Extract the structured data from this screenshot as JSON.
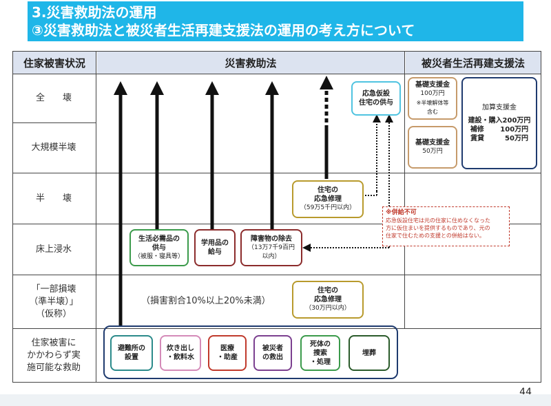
{
  "title": {
    "line1": "3.災害救助法の運用",
    "line2": "③災害救助法と被災者生活再建支援法の運用の考え方について"
  },
  "headers": {
    "col1": "住家被害状況",
    "col2": "災害救助法",
    "col3": "被災者生活再建支援法"
  },
  "rows": {
    "zenkai": "全　　壊",
    "daikibo": "大規模半壊",
    "hankai": "半　　壊",
    "shinsui": "床上浸水",
    "ichibu": [
      "「一部損壊",
      "（準半壊）」",
      "（仮称）"
    ],
    "kakawarazu": [
      "住家被害に",
      "かかわらず実",
      "施可能な救助"
    ]
  },
  "boxes": {
    "kasetsu": [
      "応急仮設",
      "住宅の供与"
    ],
    "shuri1": [
      "住宅の",
      "応急修理"
    ],
    "shuri1_sub": "（59万5千円以内）",
    "seikatsu": [
      "生活必需品の",
      "供与"
    ],
    "seikatsu_sub": "（被服・寝具等）",
    "gakuyo": [
      "学用品の",
      "給与"
    ],
    "shogai": "障害物の除去",
    "shogai_sub": [
      "（13万7千9百円",
      "以内）"
    ],
    "shuri2": [
      "住宅の",
      "応急修理"
    ],
    "shuri2_sub": "（30万円以内）",
    "hinan": [
      "避難所の",
      "設置"
    ],
    "takidashi": [
      "炊き出し",
      "・飲料水"
    ],
    "iryo": [
      "医療",
      "・助産"
    ],
    "kyushutsu": [
      "被災者",
      "の救出"
    ],
    "shitai": [
      "死体の",
      "捜索",
      "・処理"
    ],
    "maiso": "埋葬"
  },
  "ratio_text": "（損害割合10%以上20%未満）",
  "note": {
    "title": "※併給不可",
    "body": [
      "応急仮設住宅は元の住家に住めなくなった",
      "方に仮住まいを提供するものであり、元の",
      "住家で住むための支援との併給はない。"
    ]
  },
  "shien": {
    "kiso1": "基礎支援金",
    "kiso1_amount": "100万円",
    "kiso1_note": [
      "※半壊解体等",
      "含む"
    ],
    "kiso2": "基礎支援金",
    "kiso2_amount": "50万円",
    "kasan": "加算支援金",
    "kasan_lines": [
      "建設・購入200万円",
      "補修　　 100万円",
      "賃貸　　　50万円"
    ]
  },
  "page_number": "44",
  "colors": {
    "title_bg": "#1fb6e8",
    "header_bg": "#dce3f0",
    "teal": "#2a8a8a",
    "green": "#3a9a4a",
    "maroon": "#8b2b2b",
    "gold": "#b89a2c",
    "cyan": "#4fc3e0",
    "navy": "#1e3a6e",
    "purple": "#7b3f8f",
    "pink": "#d48ab8",
    "tan": "#c69a6a",
    "red": "#c0392b"
  }
}
